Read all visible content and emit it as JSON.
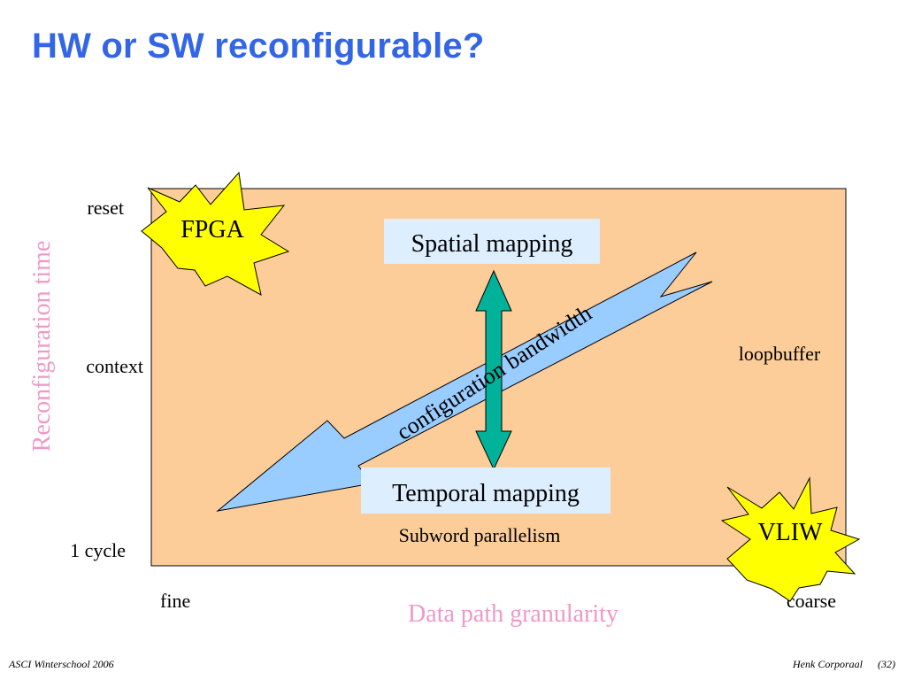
{
  "slide": {
    "title": "HW or SW reconfigurable?"
  },
  "diagram": {
    "y_axis": {
      "title": "Reconfiguration time",
      "ticks": [
        "reset",
        "context",
        "1 cycle"
      ]
    },
    "x_axis": {
      "title": "Data path granularity",
      "ticks": [
        "fine",
        "coarse"
      ]
    },
    "labels": {
      "fpga": "FPGA",
      "vliw": "VLIW",
      "spatial_mapping": "Spatial mapping",
      "temporal_mapping": "Temporal mapping",
      "configuration_bandwidth": "configuration bandwidth",
      "loopbuffer": "loopbuffer",
      "subword_parallelism": "Subword parallelism"
    },
    "colors": {
      "region_fill": "#fccc99",
      "star_fill": "#ffff00",
      "box_fill": "#ddeeff",
      "double_arrow_fill": "#00b299",
      "big_arrow_fill": "#99ccff",
      "axis_title": "#ee99c8",
      "slide_title": "#3366e6"
    }
  },
  "footer": {
    "left": "ASCI Winterschool 2006",
    "author": "Henk Corporaal",
    "page": "(32)"
  }
}
